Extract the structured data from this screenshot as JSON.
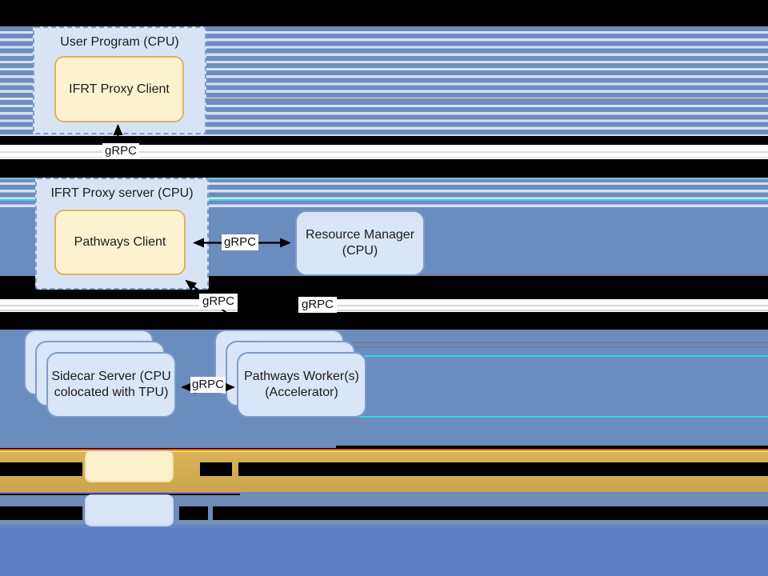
{
  "diagram": {
    "nodes": {
      "user_program": {
        "label": "User Program (CPU)"
      },
      "ifrt_proxy_client": {
        "label": "IFRT Proxy Client"
      },
      "ifrt_proxy_server": {
        "label": "IFRT Proxy server (CPU)"
      },
      "pathways_client": {
        "label": "Pathways Client"
      },
      "resource_manager": {
        "line1": "Resource Manager",
        "line2": "(CPU)"
      },
      "sidecar_server": {
        "line1": "Sidecar Server (CPU",
        "line2": "colocated with TPU)"
      },
      "pathways_workers": {
        "line1": "Pathways Worker(s)",
        "line2": "(Accelerator)"
      }
    },
    "edge_labels": {
      "client_grpc": "gRPC",
      "rm_client_grpc": "gRPC",
      "client_workers_grpc": "gRPC",
      "rm_workers_grpc": "gRPC",
      "sidecar_workers_grpc": "gRPC"
    },
    "palette": {
      "stripe_blue": "#6d8dc0",
      "stripe_light": "#d6e1f3",
      "container_fill": "#d8e4f6",
      "container_border": "#7e9cc9",
      "yellow_fill": "#fcf2cf",
      "yellow_border": "#d9b65e",
      "node_fill": "#d9e5f8",
      "node_border": "#7e9cc9",
      "solid_blue": "#6b8cbe",
      "bottom_blue": "#5e7dc2",
      "gold_band": "#d4ab52",
      "cyan_glitch": "#2fd9e2"
    }
  }
}
